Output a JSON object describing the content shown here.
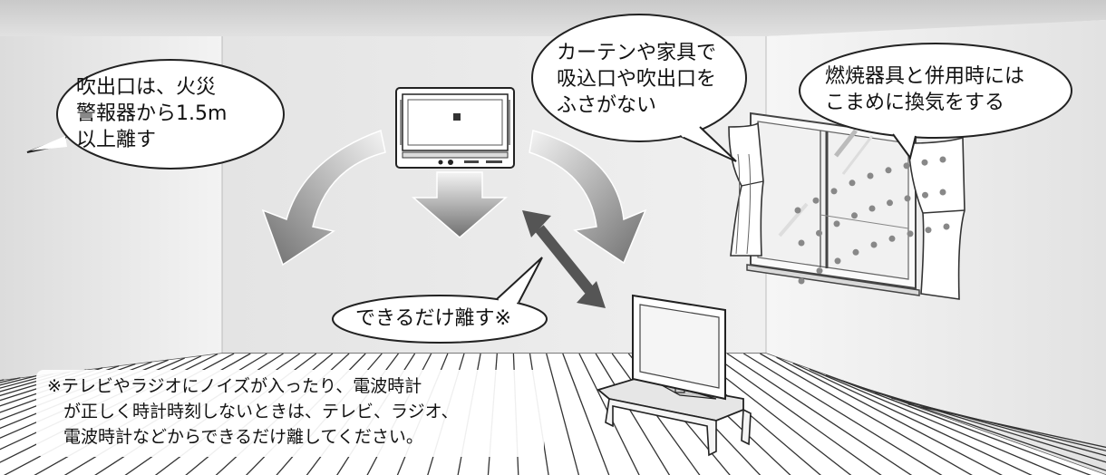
{
  "bubbles": {
    "vent_distance": {
      "lines": [
        "吹出口は、火災",
        "警報器から1.5m",
        "以上離す"
      ]
    },
    "curtain": {
      "lines": [
        "カーテンや家具で",
        "吸込口や吹出口を",
        "ふさがない"
      ]
    },
    "ventilation": {
      "lines": [
        "燃焼器具と併用時には",
        "こまめに換気をする"
      ]
    },
    "distance": {
      "text": "できるだけ離す※"
    }
  },
  "note": {
    "lines": [
      "※テレビやラジオにノイズが入ったり、電波時計",
      "が正しく時計時刻しないときは、テレビ、ラジオ、",
      "電波時計などからできるだけ離してください。"
    ]
  },
  "colors": {
    "ceiling": "#d6d6d6",
    "wall": "#ececec",
    "side_wall": "#f4f4f4",
    "arrow_dark": "#6e6e6e",
    "arrow_light": "#f2f2f2",
    "dots": "#888888"
  }
}
